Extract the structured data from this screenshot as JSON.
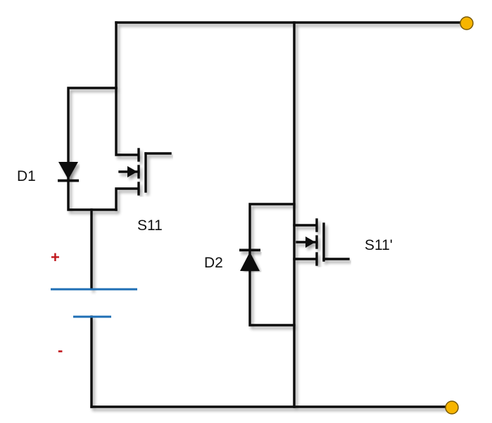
{
  "labels": {
    "d1": "D1",
    "d2": "D2",
    "s11": "S11",
    "s11_prime": "S11'",
    "plus": "+",
    "minus": "-"
  },
  "colors": {
    "wire": "#111111",
    "battery_plate": "#1f6fb5",
    "polarity_sign": "#c0161b",
    "terminal_fill": "#f7b500",
    "terminal_stroke": "#7a5a00"
  },
  "components": {
    "diodes": [
      "D1",
      "D2"
    ],
    "switches": [
      "S11",
      "S11'"
    ],
    "source": "battery",
    "terminals": 2
  }
}
